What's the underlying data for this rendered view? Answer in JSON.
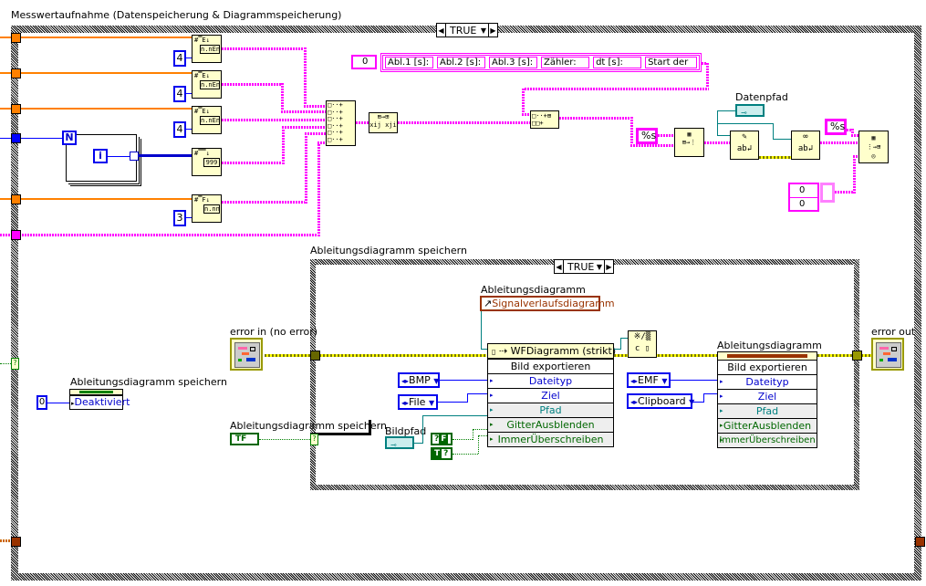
{
  "outer_structure": {
    "label": "Messwertaufnahme (Datenspeicherung & Diagrammspeicherung)",
    "case_selector": "TRUE"
  },
  "format_nodes": [
    {
      "precision_const": "4",
      "format_glyph": "n.nEn"
    },
    {
      "precision_const": "4",
      "format_glyph": "n.nEn"
    },
    {
      "precision_const": "4",
      "format_glyph": "n.nEn"
    },
    {
      "precision_const": "",
      "format_glyph": "999"
    },
    {
      "precision_const": "3",
      "format_glyph": "n.nn"
    }
  ],
  "for_loop": {
    "count_terminal": "N",
    "iteration_terminal": "i"
  },
  "header_array": {
    "index": "0",
    "items": [
      "Abl.1 [s]:",
      "Abl.2 [s]:",
      "Abl.3 [s]:",
      "Zähler:",
      "dt [s]:",
      "Start der"
    ]
  },
  "file_section": {
    "format_string_1": "%s",
    "format_string_2": "%s",
    "path_label": "Datenpfad",
    "array_index_1": "0",
    "array_index_2": "0"
  },
  "inner_structure": {
    "label": "Ableitungsdiagramm speichern",
    "case_selector": "TRUE",
    "ref_label": "Ableitungsdiagramm",
    "ref_name": "Signalverlaufsdiagramm",
    "invoke1": {
      "title": "WFDiagramm (strikt)",
      "method": "Bild exportieren",
      "params": [
        "Dateityp",
        "Ziel",
        "Pfad",
        "GitterAusblenden",
        "ImmerÜberschreiben"
      ]
    },
    "invoke2": {
      "label": "Ableitungsdiagramm",
      "method": "Bild exportieren",
      "params": [
        "Dateityp",
        "Ziel",
        "Pfad",
        "GitterAusblenden",
        "ImmerÜberschreiben"
      ]
    },
    "enum_filetype_1": "BMP",
    "enum_target_1": "File",
    "enum_filetype_2": "EMF",
    "enum_target_2": "Clipboard",
    "bildpfad_label": "Bildpfad",
    "bool_false": "F",
    "bool_true": "T"
  },
  "left_section": {
    "error_in_label": "error in (no error)",
    "property_label": "Ableitungsdiagramm speichern",
    "property_value": "Deaktiviert",
    "property_const": "0",
    "bool_control_label": "Ableitungsdiagramm speichern",
    "bool_control_text": "TF"
  },
  "right_section": {
    "error_out_label": "error out"
  },
  "colors": {
    "orange_wire": "#ff8000",
    "pink_wire": "#ff00ff",
    "blue_wire": "#0000ff",
    "teal_wire": "#008080",
    "error_wire": "#7a7a00",
    "node_bg": "#ffffcc"
  }
}
